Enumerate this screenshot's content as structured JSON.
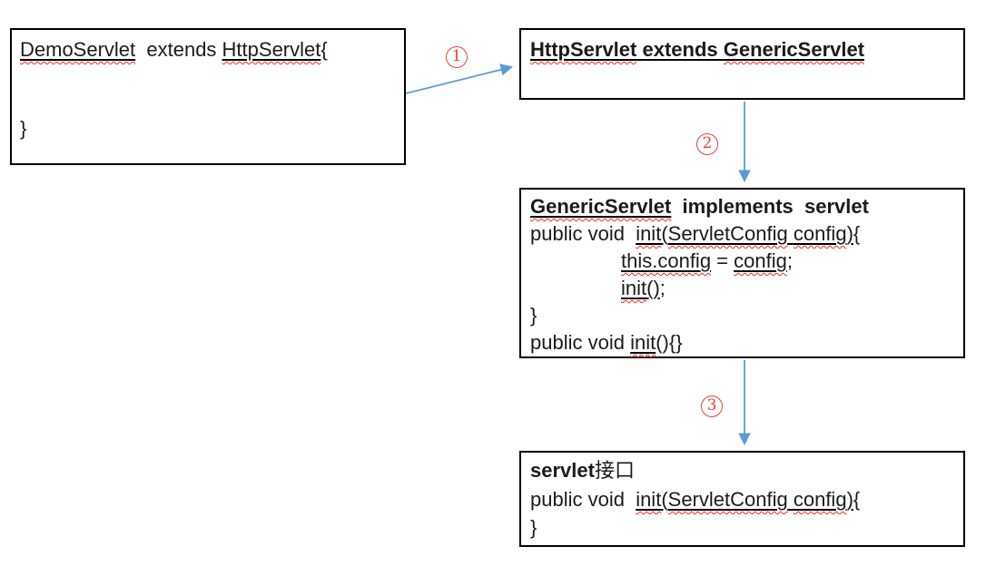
{
  "colors": {
    "arrow_blue": "#5B9BD5",
    "step_red": "#E8403A",
    "squiggle_red": "#F02A20",
    "box_border": "#000000",
    "text": "#1B1B1B"
  },
  "steps": {
    "step1": "1",
    "step2": "2",
    "step3": "3"
  },
  "boxes": {
    "box1": {
      "name": "DemoServlet class",
      "lines": [
        {
          "segments": [
            {
              "t": "DemoServlet",
              "u": "both"
            },
            {
              "t": "  extends ",
              "u": "none"
            },
            {
              "t": "HttpServlet",
              "u": "both"
            },
            {
              "t": "{",
              "u": "none"
            }
          ]
        },
        {
          "segments": []
        },
        {
          "segments": []
        },
        {
          "segments": [
            {
              "t": "}",
              "u": "none"
            }
          ]
        }
      ]
    },
    "box2": {
      "name": "HttpServlet class",
      "lines": [
        {
          "segments": [
            {
              "t": "HttpServlet",
              "u": "both",
              "b": true
            },
            {
              "t": " extends ",
              "u": "solid",
              "b": true
            },
            {
              "t": "GenericServlet",
              "u": "both",
              "b": true
            }
          ]
        }
      ]
    },
    "box3": {
      "name": "GenericServlet class",
      "lines": [
        {
          "segments": [
            {
              "t": "GenericServlet",
              "u": "both",
              "b": true
            },
            {
              "t": "  implements  servlet",
              "u": "none",
              "b": true
            }
          ]
        },
        {
          "segments": [
            {
              "t": "public void  ",
              "u": "none"
            },
            {
              "t": "init",
              "u": "both"
            },
            {
              "t": "(",
              "u": "solid"
            },
            {
              "t": "ServletConfig",
              "u": "both"
            },
            {
              "t": " ",
              "u": "solid"
            },
            {
              "t": "config",
              "u": "both"
            },
            {
              "t": ")",
              "u": "solid"
            },
            {
              "t": "{",
              "u": "none"
            }
          ]
        },
        {
          "indent": true,
          "segments": [
            {
              "t": "this.config",
              "u": "both"
            },
            {
              "t": " = ",
              "u": "none"
            },
            {
              "t": "config",
              "u": "both"
            },
            {
              "t": ";",
              "u": "none"
            }
          ]
        },
        {
          "indent": true,
          "segments": [
            {
              "t": "init",
              "u": "both"
            },
            {
              "t": "()",
              "u": "solid"
            },
            {
              "t": ";",
              "u": "none"
            }
          ]
        },
        {
          "segments": [
            {
              "t": "}",
              "u": "none"
            }
          ]
        },
        {
          "segments": [
            {
              "t": "public void ",
              "u": "none"
            },
            {
              "t": "init",
              "u": "both"
            },
            {
              "t": "(){}",
              "u": "none"
            }
          ]
        }
      ]
    },
    "box4": {
      "name": "servlet interface",
      "lines": [
        {
          "segments": [
            {
              "t": "servlet",
              "u": "none",
              "b": true
            },
            {
              "t": "接口",
              "u": "none",
              "cjk": true
            }
          ]
        },
        {
          "segments": [
            {
              "t": "public void  ",
              "u": "none"
            },
            {
              "t": "init",
              "u": "both"
            },
            {
              "t": "(",
              "u": "solid"
            },
            {
              "t": "ServletConfig",
              "u": "both"
            },
            {
              "t": " ",
              "u": "solid"
            },
            {
              "t": "config",
              "u": "both"
            },
            {
              "t": ")",
              "u": "solid"
            },
            {
              "t": "{",
              "u": "none"
            }
          ]
        },
        {
          "segments": [
            {
              "t": "}",
              "u": "none"
            }
          ]
        }
      ]
    }
  }
}
